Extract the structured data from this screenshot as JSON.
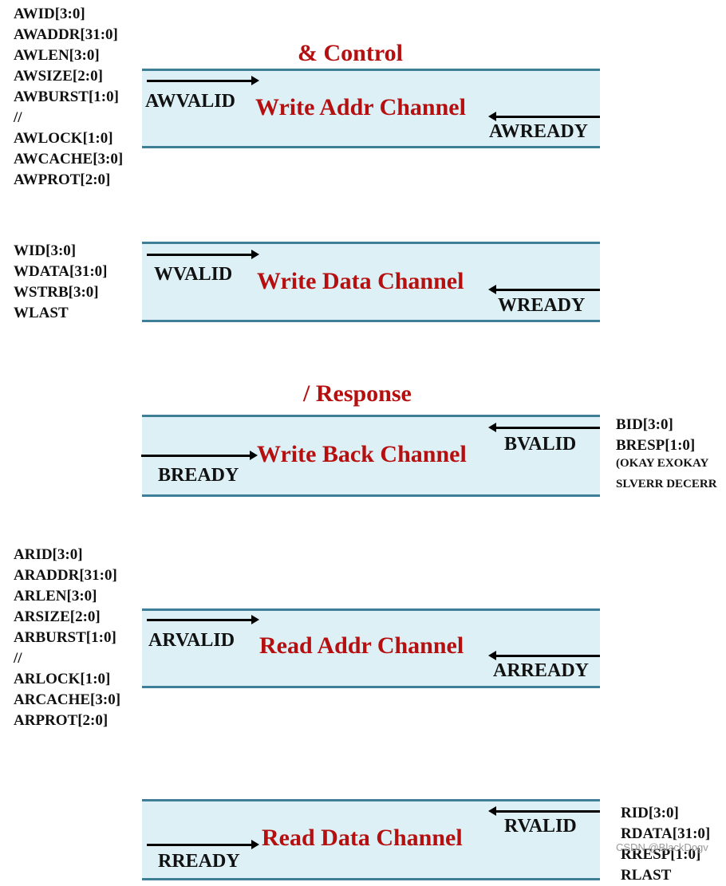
{
  "aw_signals": [
    "AWID[3:0]",
    "AWADDR[31:0]",
    "AWLEN[3:0]",
    "AWSIZE[2:0]",
    "AWBURST[1:0]",
    "//",
    "AWLOCK[1:0]",
    "AWCACHE[3:0]",
    "AWPROT[2:0]"
  ],
  "w_signals": [
    "WID[3:0]",
    "WDATA[31:0]",
    "WSTRB[3:0]",
    "WLAST"
  ],
  "b_signals": [
    "BID[3:0]",
    "BRESP[1:0]"
  ],
  "b_resp_values": [
    "(OKAY EXOKAY",
    "SLVERR DECERR"
  ],
  "ar_signals": [
    "ARID[3:0]",
    "ARADDR[31:0]",
    "ARLEN[3:0]",
    "ARSIZE[2:0]",
    "ARBURST[1:0]",
    "//",
    "ARLOCK[1:0]",
    "ARCACHE[3:0]",
    "ARPROT[2:0]"
  ],
  "r_signals": [
    "RID[3:0]",
    "RDATA[31:0]",
    "RRESP[1:0]",
    "RLAST"
  ],
  "headings": {
    "control": "& Control",
    "response": "/ Response"
  },
  "channels": {
    "write_addr": {
      "label": "Write Addr Channel",
      "valid": "AWVALID",
      "ready": "AWREADY"
    },
    "write_data": {
      "label": "Write Data Channel",
      "valid": "WVALID",
      "ready": "WREADY"
    },
    "write_back": {
      "label": "Write Back Channel",
      "valid": "BVALID",
      "ready": "BREADY"
    },
    "read_addr": {
      "label": "Read Addr Channel",
      "valid": "ARVALID",
      "ready": "ARREADY"
    },
    "read_data": {
      "label": "Read Data Channel",
      "valid": "RVALID",
      "ready": "RREADY"
    }
  },
  "colors": {
    "channel_label": "#b50f0f",
    "band_fill": "#dcf0f6",
    "band_border": "#3e7f97",
    "text": "#111111"
  },
  "watermark": "CSDN @BlackDogv"
}
